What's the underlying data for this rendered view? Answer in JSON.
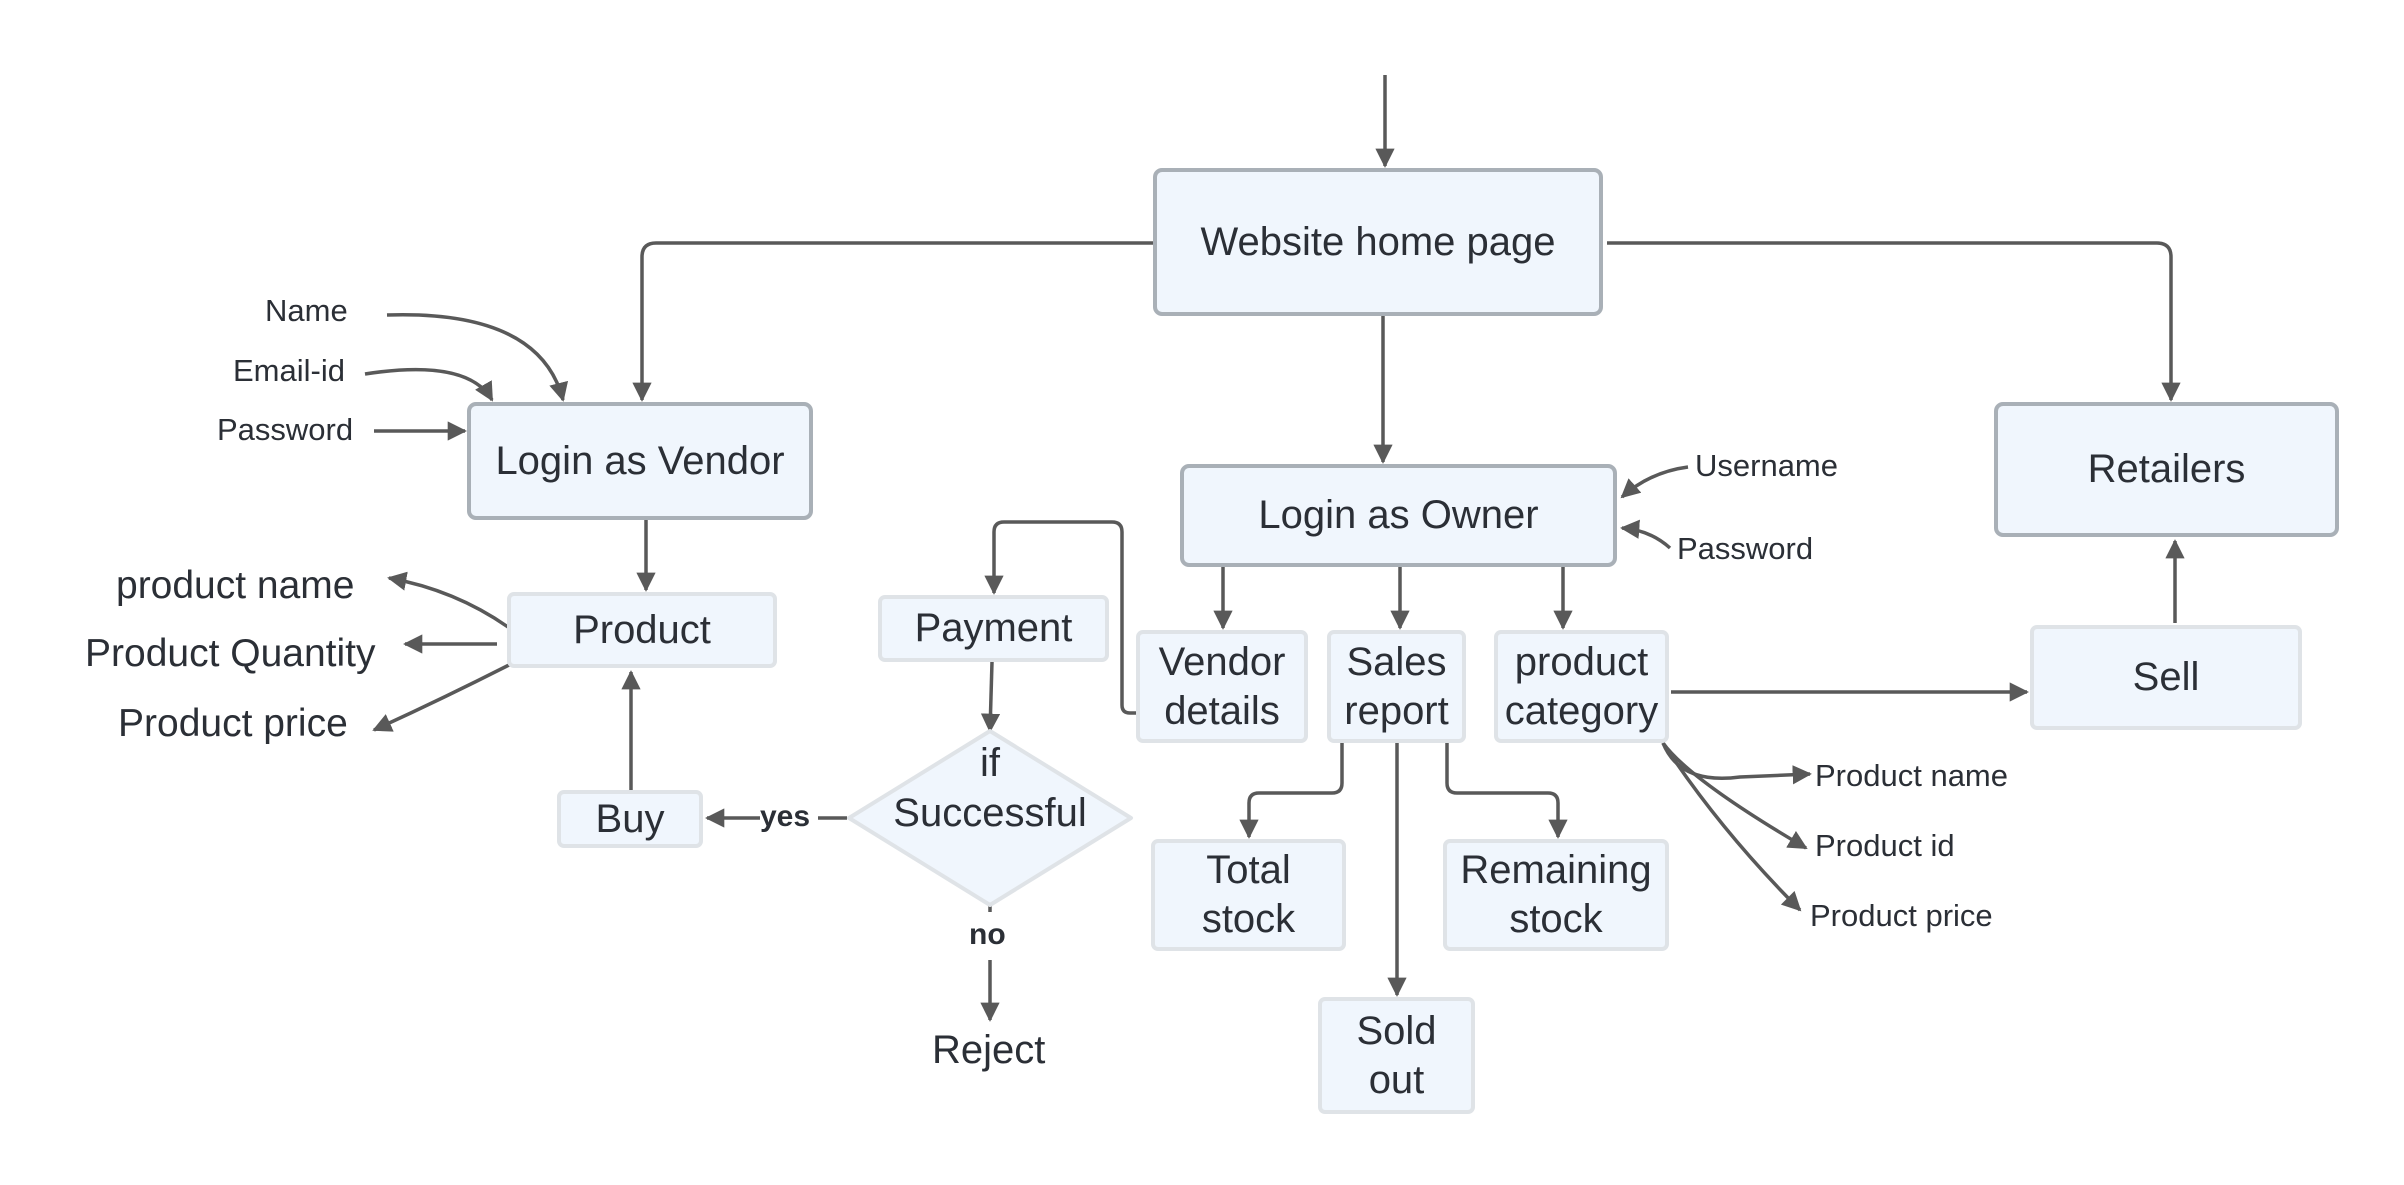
{
  "nodes": {
    "home": "Website home page",
    "vendor_login": "Login as Vendor",
    "owner_login": "Login as Owner",
    "retailers": "Retailers",
    "product": "Product",
    "payment": "Payment",
    "vendor_details": "Vendor\ndetails",
    "sales_report": "Sales\nreport",
    "product_category": "product\ncategory",
    "sell": "Sell",
    "buy": "Buy",
    "if_successful": "if\nSuccessful",
    "total_stock": "Total\nstock",
    "remaining_stock": "Remaining\nstock",
    "sold_out": "Sold\nout"
  },
  "labels": {
    "name": "Name",
    "email_id": "Email-id",
    "password_vendor": "Password",
    "username": "Username",
    "password_owner": "Password",
    "product_name": "product name",
    "product_quantity": "Product Quantity",
    "product_price": "Product price",
    "yes": "yes",
    "no": "no",
    "reject": "Reject",
    "cat_product_name": "Product name",
    "cat_product_id": "Product id",
    "cat_product_price": "Product price"
  },
  "colors": {
    "edge": "#595959",
    "node_fill": "#f0f6fd",
    "main_border": "#a9b0b7",
    "sub_border": "#dfe3e7"
  }
}
